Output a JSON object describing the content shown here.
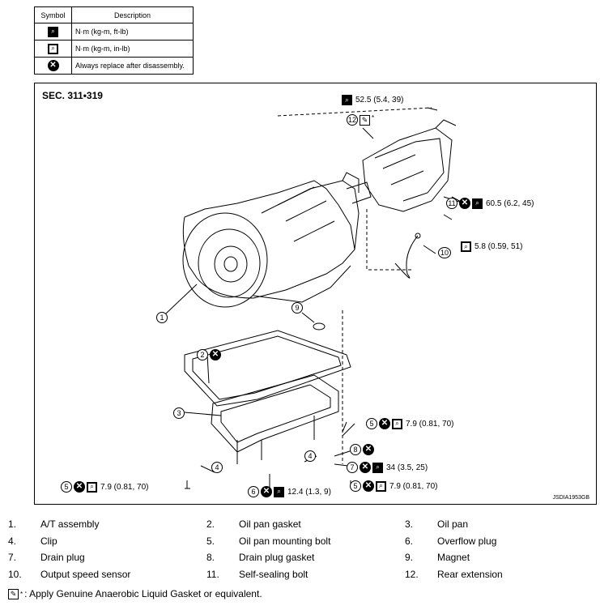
{
  "symbol_table": {
    "header_symbol": "Symbol",
    "header_description": "Description",
    "rows": [
      {
        "icon": "torque-ft-lb-icon",
        "description": "N·m (kg-m, ft-lb)"
      },
      {
        "icon": "torque-in-lb-icon",
        "description": "N·m (kg-m, in-lb)"
      },
      {
        "icon": "always-replace-icon",
        "description": "Always replace after disassembly."
      }
    ]
  },
  "diagram": {
    "section": "SEC. 311•319",
    "code": "JSDIA1953GB",
    "callouts": {
      "c1": "1",
      "c2": "2",
      "c3": "3",
      "c4a": "4",
      "c4b": "4",
      "c5a": "5",
      "c5b": "5",
      "c5c": "5",
      "c6": "6",
      "c7": "7",
      "c8": "8",
      "c9": "9",
      "c10": "10",
      "c11": "11",
      "c12": "12"
    },
    "torques": {
      "top": "52.5 (5.4, 39)",
      "sealing_bolt": "60.5 (6.2, 45)",
      "sensor": "5.8 (0.59, 51)",
      "pan_bolt_right": "7.9 (0.81, 70)",
      "drain_plug": "34 (3.5, 25)",
      "pan_bolt_bottom": "7.9 (0.81, 70)",
      "overflow_plug": "12.4 (1.3, 9)",
      "pan_bolt_left": "7.9 (0.81, 70)"
    },
    "asterisk": "*"
  },
  "parts": [
    {
      "no": "1.",
      "name": "A/T assembly"
    },
    {
      "no": "2.",
      "name": "Oil pan gasket"
    },
    {
      "no": "3.",
      "name": "Oil pan"
    },
    {
      "no": "4.",
      "name": "Clip"
    },
    {
      "no": "5.",
      "name": "Oil pan mounting bolt"
    },
    {
      "no": "6.",
      "name": "Overflow plug"
    },
    {
      "no": "7.",
      "name": "Drain plug"
    },
    {
      "no": "8.",
      "name": "Drain plug gasket"
    },
    {
      "no": "9.",
      "name": "Magnet"
    },
    {
      "no": "10.",
      "name": "Output speed sensor"
    },
    {
      "no": "11.",
      "name": "Self-sealing bolt"
    },
    {
      "no": "12.",
      "name": "Rear extension"
    }
  ],
  "note": ": Apply Genuine Anaerobic Liquid Gasket or equivalent.",
  "note_sup": "*"
}
